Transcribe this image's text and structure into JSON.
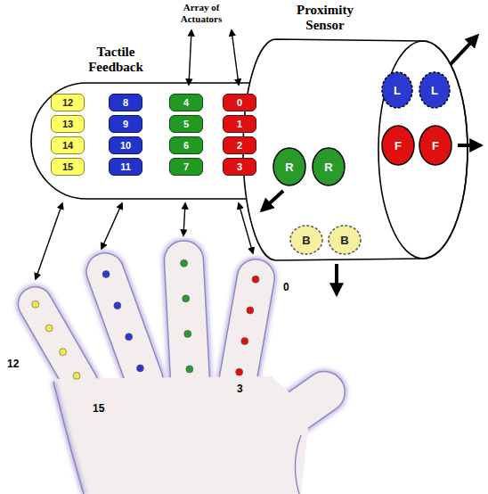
{
  "diagram": {
    "nodes": [
      {
        "text": [
          "12"
        ]
      },
      {
        "text": [
          "8"
        ]
      },
      {
        "text": [
          "4"
        ]
      },
      {
        "text": [
          "0"
        ]
      },
      {
        "text": [
          "13"
        ]
      },
      {
        "text": [
          "9"
        ]
      },
      {
        "text": [
          "5"
        ]
      },
      {
        "text": [
          "1"
        ]
      },
      {
        "text": [
          "14"
        ]
      },
      {
        "text": [
          "10"
        ]
      },
      {
        "text": [
          "6"
        ]
      },
      {
        "text": [
          "2"
        ]
      },
      {
        "text": [
          "15"
        ]
      },
      {
        "text": [
          "11"
        ]
      },
      {
        "text": [
          "7"
        ]
      },
      {
        "text": [
          "3"
        ]
      },
      {
        "text": [
          "L"
        ]
      },
      {
        "text": [
          "L"
        ]
      },
      {
        "text": [
          "F"
        ]
      },
      {
        "text": [
          "F"
        ]
      },
      {
        "text": [
          "R"
        ]
      },
      {
        "text": [
          "R"
        ]
      },
      {
        "text": [
          "B"
        ]
      },
      {
        "text": [
          "B"
        ]
      }
    ],
    "labels": [
      "Tactile Feedback",
      "Array of Actuators",
      "Proximity Sensor",
      "12",
      "15",
      "0",
      "3"
    ]
  }
}
